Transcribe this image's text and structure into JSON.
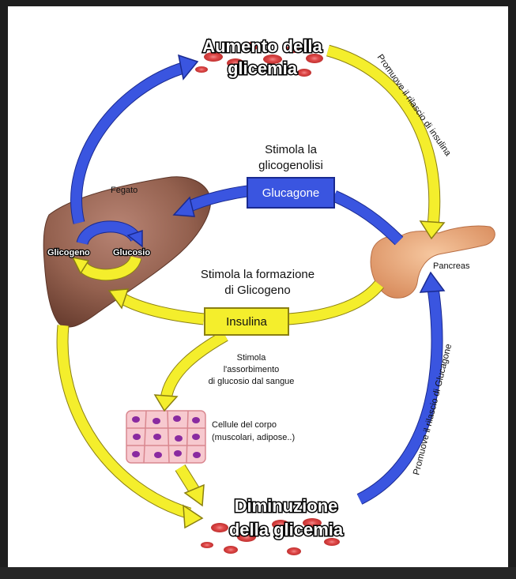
{
  "titles": {
    "top_line1": "Aumento della",
    "top_line2": "glicemia",
    "bottom_line1": "Diminuzione",
    "bottom_line2": "della glicemia"
  },
  "labels": {
    "fegato": "Fegato",
    "pancreas": "Pancreas",
    "glicogeno": "Glicogeno",
    "glucosio": "Glucosio",
    "glucagone_box": "Glucagone",
    "insulina_box": "Insulina",
    "stimola_glicogenolisi_line1": "Stimola la",
    "stimola_glicogenolisi_line2": "glicogenolisi",
    "stimola_formazione_line1": "Stimola la formazione",
    "stimola_formazione_line2": "di Glicogeno",
    "assorbimento_line1": "Stimola",
    "assorbimento_line2": "l'assorbimento",
    "assorbimento_line3": "di glucosio dal sangue",
    "cellule_line1": "Cellule del corpo",
    "cellule_line2": "(muscolari, adipose..)",
    "promuove_insulina": "Promuove il rilascio di insulina",
    "promuove_glucagone": "Promuove il rilascio di Glucagone"
  },
  "colors": {
    "blue_arrow": "#3a55e0",
    "yellow_arrow": "#f4ee2c",
    "glucagone_box": "#3a55e0",
    "insulina_box": "#f4ee2c",
    "liver": "#9a6a58",
    "pancreas": "#e9a97a",
    "blood_cell": "#e04a4a"
  }
}
